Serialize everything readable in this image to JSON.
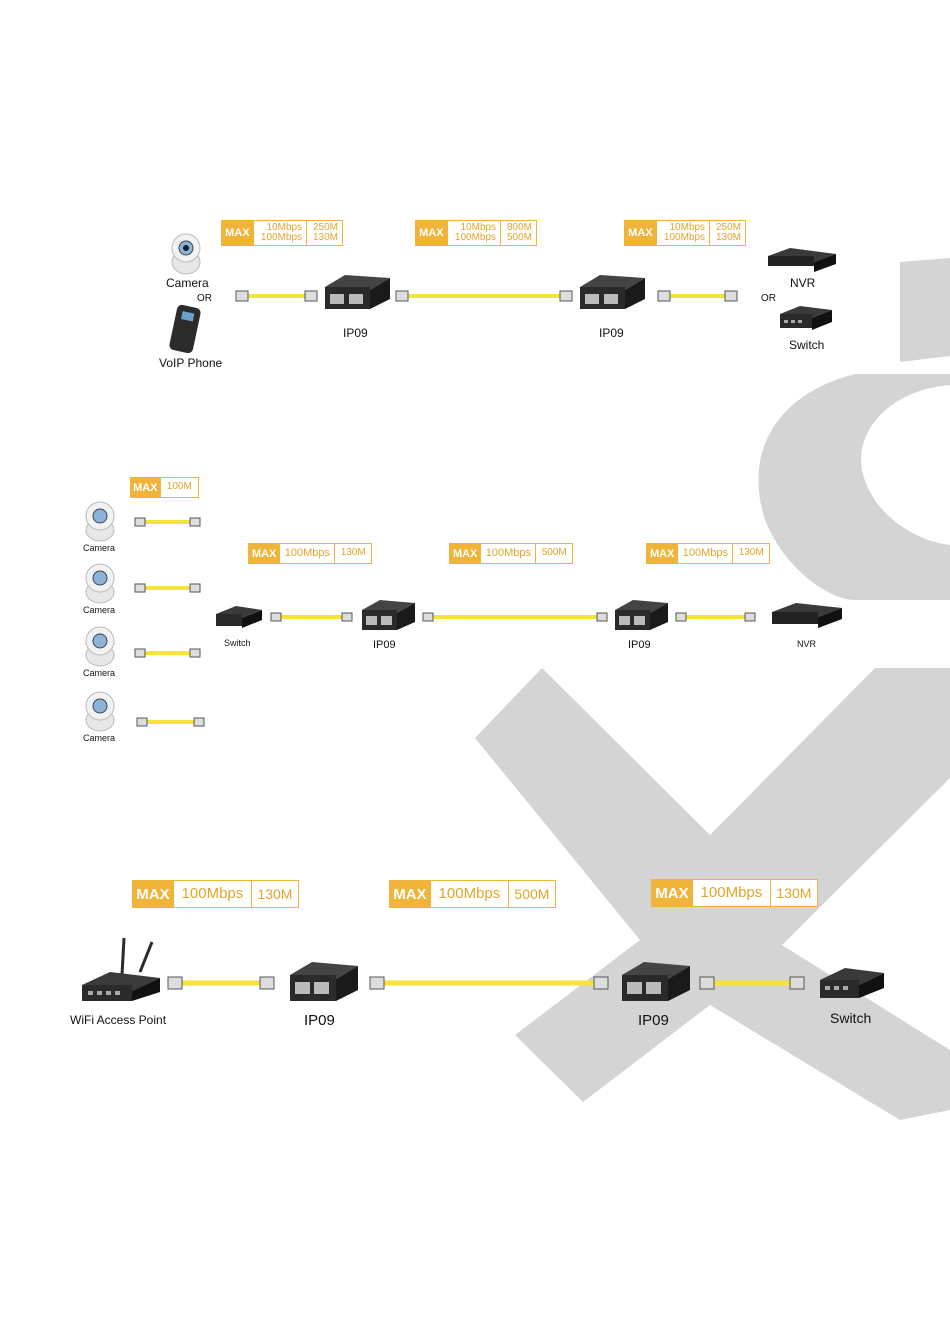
{
  "colors": {
    "accent": "#f0b43a",
    "watermark": "#d4d4d4",
    "cable": "#f5e23a",
    "device": "#2a2a2a"
  },
  "diagram1": {
    "badges": [
      {
        "max": "MAX",
        "speeds": [
          "10Mbps",
          "100Mbps"
        ],
        "distances": [
          "250M",
          "130M"
        ]
      },
      {
        "max": "MAX",
        "speeds": [
          "10Mbps",
          "100Mbps"
        ],
        "distances": [
          "800M",
          "500M"
        ]
      },
      {
        "max": "MAX",
        "speeds": [
          "10Mbps",
          "100Mbps"
        ],
        "distances": [
          "250M",
          "130M"
        ]
      }
    ],
    "labels": {
      "camera": "Camera",
      "or_left": "OR",
      "voip": "VoIP Phone",
      "ip09_a": "IP09",
      "ip09_b": "IP09",
      "nvr": "NVR",
      "or_right": "OR",
      "switch": "Switch"
    }
  },
  "diagram2": {
    "camera_badge": {
      "max": "MAX",
      "distance": "100M"
    },
    "badges": [
      {
        "max": "MAX",
        "speed": "100Mbps",
        "distance": "130M"
      },
      {
        "max": "MAX",
        "speed": "100Mbps",
        "distance": "500M"
      },
      {
        "max": "MAX",
        "speed": "100Mbps",
        "distance": "130M"
      }
    ],
    "labels": {
      "camera1": "Camera",
      "camera2": "Camera",
      "camera3": "Camera",
      "camera4": "Camera",
      "switch": "Switch",
      "ip09_a": "IP09",
      "ip09_b": "IP09",
      "nvr": "NVR"
    }
  },
  "diagram3": {
    "badges": [
      {
        "max": "MAX",
        "speed": "100Mbps",
        "distance": "130M"
      },
      {
        "max": "MAX",
        "speed": "100Mbps",
        "distance": "500M"
      },
      {
        "max": "MAX",
        "speed": "100Mbps",
        "distance": "130M"
      }
    ],
    "labels": {
      "wifi_ap": "WiFi Access Point",
      "ip09_a": "IP09",
      "ip09_b": "IP09",
      "switch": "Switch"
    }
  }
}
